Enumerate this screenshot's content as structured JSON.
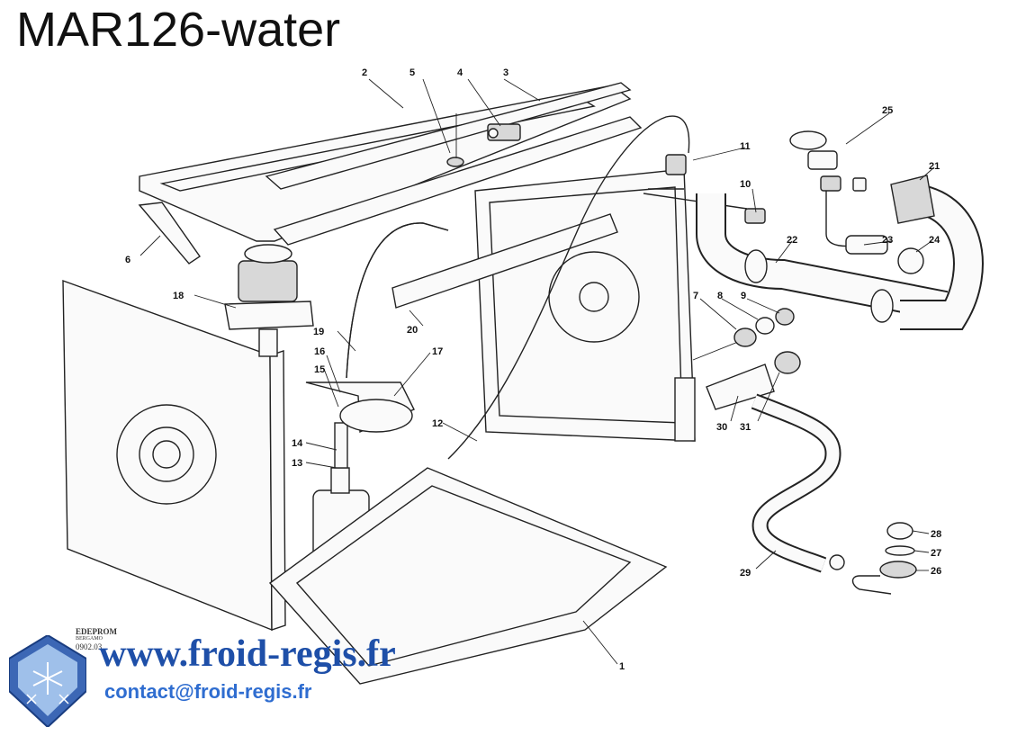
{
  "title": "MAR126-water",
  "stamp": {
    "brand": "EDEPROM",
    "sub": "BERGAMO",
    "code": "0902.03"
  },
  "footer": {
    "url": "www.froid-regis.fr",
    "email": "contact@froid-regis.fr"
  },
  "callouts": {
    "p1": "1",
    "p2": "2",
    "p3": "3",
    "p4": "4",
    "p5": "5",
    "p6": "6",
    "p7": "7",
    "p8": "8",
    "p9": "9",
    "p10": "10",
    "p11": "11",
    "p12": "12",
    "p13": "13",
    "p14": "14",
    "p15": "15",
    "p16": "16",
    "p17": "17",
    "p18": "18",
    "p19": "19",
    "p20": "20",
    "p21": "21",
    "p22": "22",
    "p23": "23",
    "p24": "24",
    "p25": "25",
    "p26": "26",
    "p27": "27",
    "p28": "28",
    "p29": "29",
    "p30": "30",
    "p31": "31"
  },
  "colors": {
    "url": "#1e4fa8",
    "email": "#2f6dd0",
    "logo": "#3c67b5"
  }
}
